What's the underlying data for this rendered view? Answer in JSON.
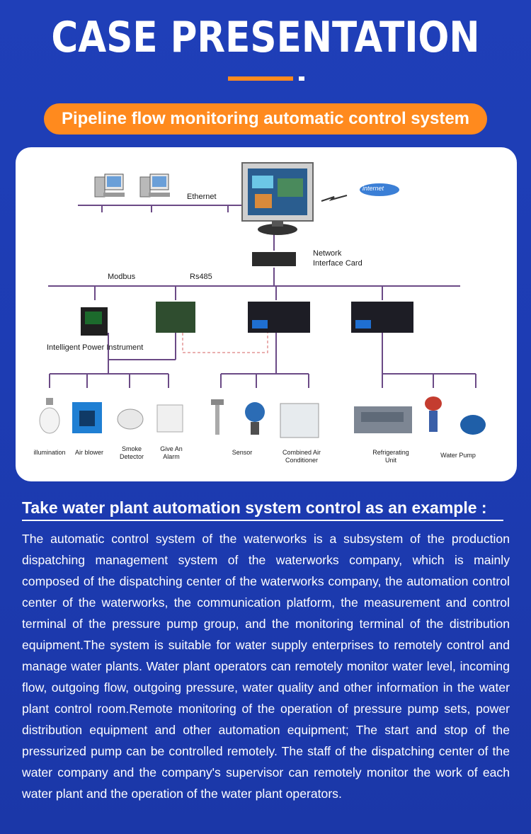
{
  "header": {
    "title": "CASE PRESENTATION",
    "subtitle": "Pipeline flow monitoring automatic control system",
    "accent_color": "#ff8a1e",
    "background_color": "#1f3fb8"
  },
  "diagram": {
    "labels": {
      "ethernet": "Ethernet",
      "network_card_1": "Network",
      "network_card_2": "Interface Card",
      "modbus": "Modbus",
      "rs485": "Rs485",
      "power_instrument": "Intelligent Power Instrument",
      "internet": "internet"
    },
    "devices": [
      {
        "l1": "illumination",
        "l2": ""
      },
      {
        "l1": "Air blower",
        "l2": ""
      },
      {
        "l1": "Smoke",
        "l2": "Detector"
      },
      {
        "l1": "Give An",
        "l2": "Alarm"
      },
      {
        "l1": "Sensor",
        "l2": ""
      },
      {
        "l1": "Combined Air",
        "l2": "Conditioner"
      },
      {
        "l1": "Refrigerating",
        "l2": "Unit"
      },
      {
        "l1": "Water Pump",
        "l2": ""
      }
    ]
  },
  "section": {
    "heading": "Take water plant automation system control as an example :",
    "body": "The automatic control system of the waterworks is a subsystem of the production dispatching management system of the waterworks company, which is mainly composed of the dispatching center of the waterworks company, the automation control center of the waterworks, the communication platform, the measurement and control terminal of the pressure pump group, and the monitoring terminal of the distribution equipment.The system is suitable for water supply enterprises to remotely control and manage water plants. Water plant operators can remotely monitor water level, incoming flow, outgoing flow, outgoing pressure, water quality and other information in the water plant control room.Remote monitoring of the operation of pressure pump sets, power distribution equipment and other automation equipment; The start and stop of the pressurized pump can be controlled remotely. The staff of the dispatching center of the water company and the company's supervisor can remotely monitor the work of each water plant and the operation of the water plant operators."
  }
}
